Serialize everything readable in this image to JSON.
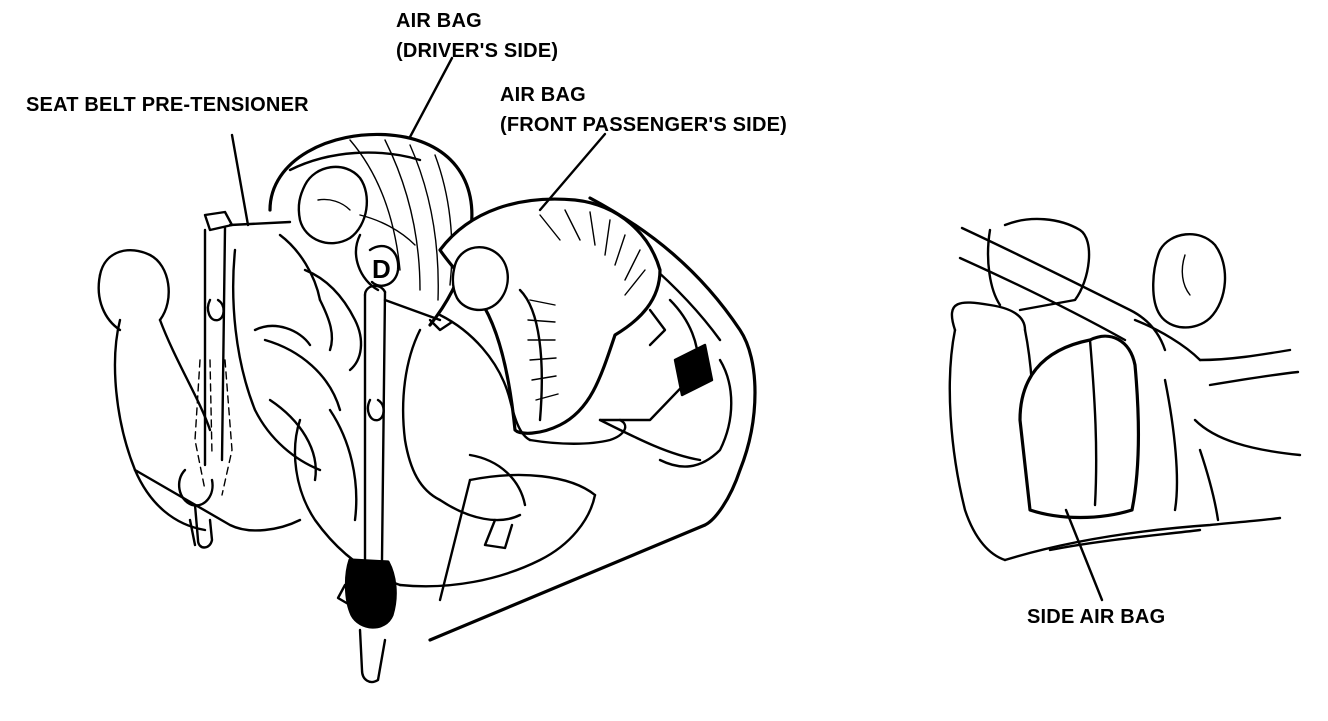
{
  "labels": {
    "driver_airbag_line1": "AIR BAG",
    "driver_airbag_line2": "(DRIVER'S SIDE)",
    "passenger_airbag_line1": "AIR BAG",
    "passenger_airbag_line2": "(FRONT PASSENGER'S SIDE)",
    "pretensioner": "SEAT BELT PRE-TENSIONER",
    "side_airbag": "SIDE AIR BAG"
  },
  "colors": {
    "ink": "#000000",
    "paper": "#ffffff"
  }
}
